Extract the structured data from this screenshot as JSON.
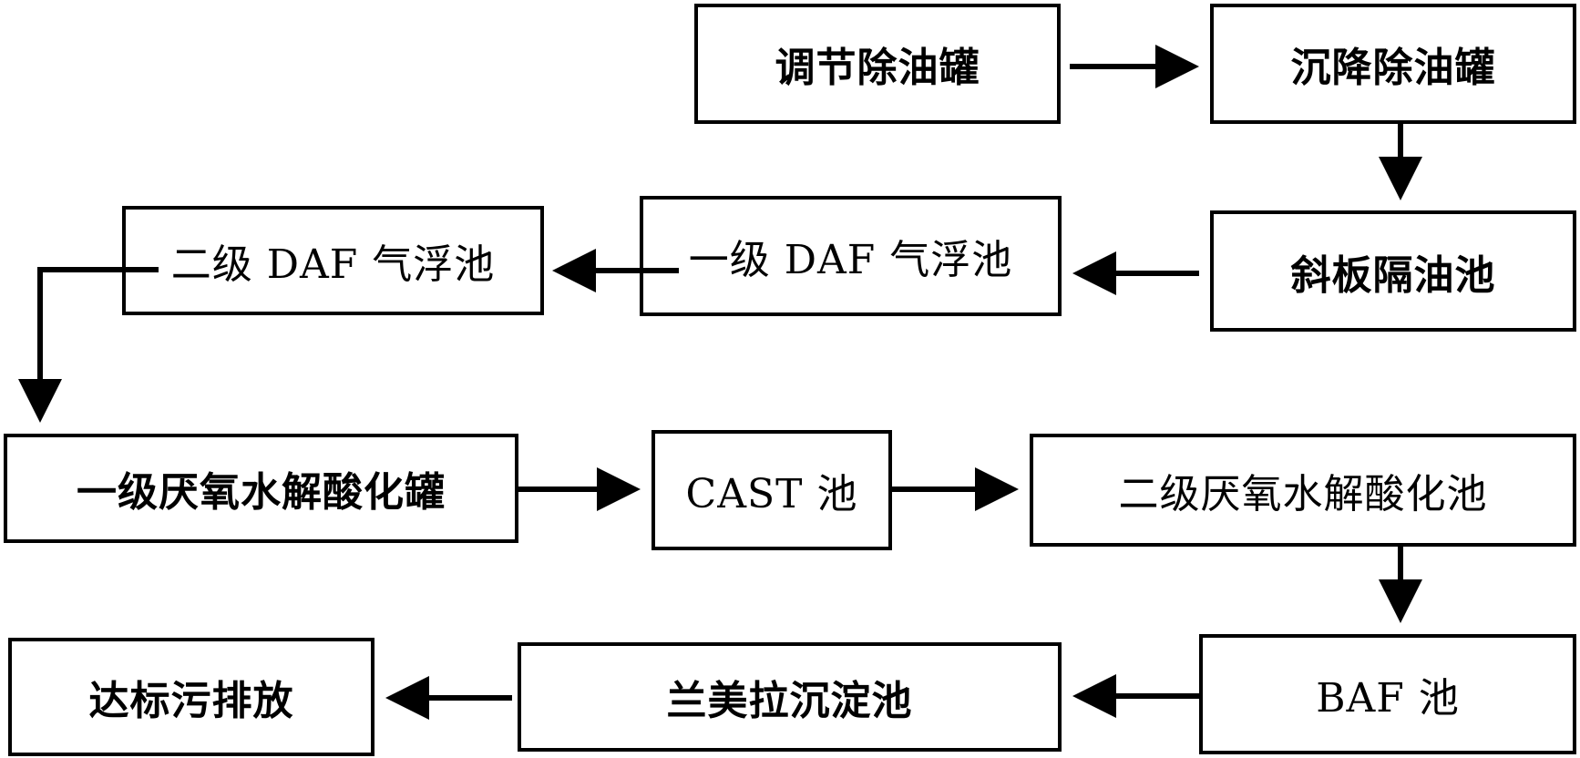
{
  "diagram": {
    "stages": [
      {
        "id": "s1",
        "label": "调节除油罐"
      },
      {
        "id": "s2",
        "label": "沉降除油罐"
      },
      {
        "id": "s3",
        "label": "斜板隔油池"
      },
      {
        "id": "s4",
        "label": "一级 DAF 气浮池"
      },
      {
        "id": "s5",
        "label": "二级 DAF 气浮池"
      },
      {
        "id": "s6",
        "label": "一级厌氧水解酸化罐"
      },
      {
        "id": "s7",
        "label": "CAST 池"
      },
      {
        "id": "s8",
        "label": "二级厌氧水解酸化池"
      },
      {
        "id": "s9",
        "label": "BAF 池"
      },
      {
        "id": "s10",
        "label": "兰美拉沉淀池"
      },
      {
        "id": "s11",
        "label": "达标污排放"
      }
    ],
    "flows": [
      {
        "from": "s1",
        "to": "s2"
      },
      {
        "from": "s2",
        "to": "s3"
      },
      {
        "from": "s3",
        "to": "s4"
      },
      {
        "from": "s4",
        "to": "s5"
      },
      {
        "from": "s5",
        "to": "s6"
      },
      {
        "from": "s6",
        "to": "s7"
      },
      {
        "from": "s7",
        "to": "s8"
      },
      {
        "from": "s8",
        "to": "s9"
      },
      {
        "from": "s9",
        "to": "s10"
      },
      {
        "from": "s10",
        "to": "s11"
      }
    ],
    "colors": {
      "stroke": "#000000",
      "background": "#ffffff"
    }
  }
}
